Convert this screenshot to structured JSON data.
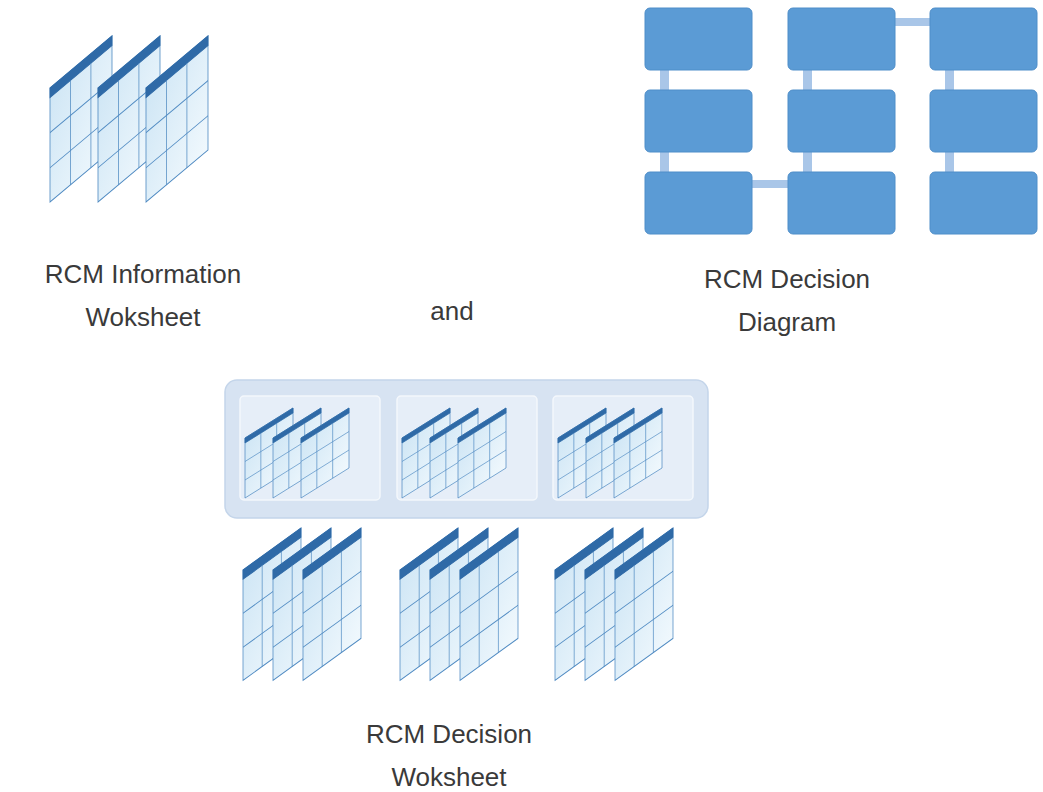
{
  "diagram": {
    "labels": [
      "RCM Information Woksheet",
      "RCM Decision Diagram",
      "and",
      "RCM Decision Woksheet"
    ]
  }
}
